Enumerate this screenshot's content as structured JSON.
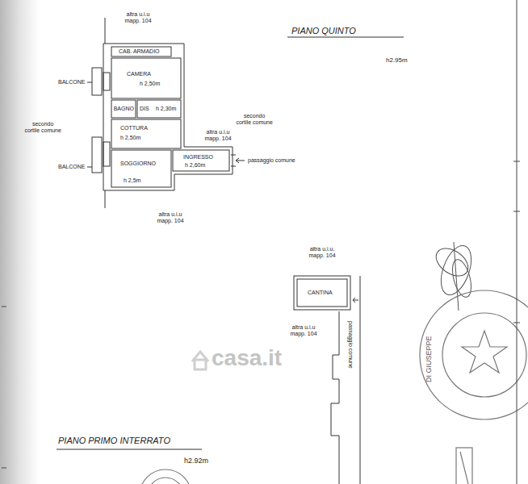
{
  "diagram": {
    "title": "PIANO QUINTO",
    "nodes": [
      {
        "text": [
          "CAB. ARMADIO"
        ]
      },
      {
        "text": [
          "CAMERA",
          "h 2,50m"
        ]
      },
      {
        "text": [
          "BAGNO"
        ]
      },
      {
        "text": [
          "DIS",
          "h 2,30m"
        ]
      },
      {
        "text": [
          "COTTURA",
          "h 2,50m"
        ]
      },
      {
        "text": [
          "SOGGIORNO",
          "h 2,5m"
        ]
      },
      {
        "text": [
          "INGRESSO",
          "h 2,60m"
        ]
      },
      {
        "text": [
          "CANTINA"
        ]
      }
    ],
    "labels": [
      "altra u.i.u mapp. 104",
      "h2.95m",
      "BALCONE",
      "secondo cortile comune",
      "secondo cortile comune",
      "altra u.i.u mapp. 104",
      "BALCONE",
      "passaggio comune",
      "altra u.i.u mapp. 104",
      "altra u.i.u. mapp. 104",
      "altra u.i.u mapp. 104",
      "passaggio comune",
      "PIANO PRIMO INTERRATO",
      "h2.92m",
      "DI GIUSEPPE",
      "casa.it"
    ]
  }
}
